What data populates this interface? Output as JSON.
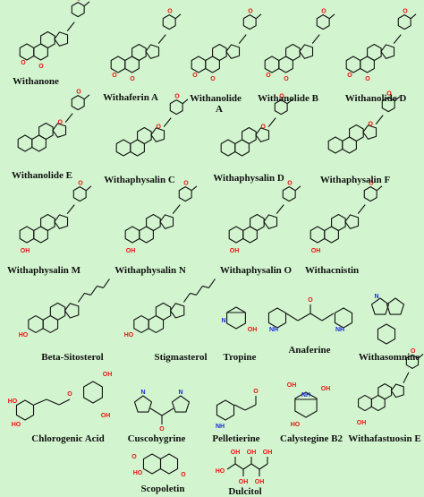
{
  "compounds": {
    "withanone": "Withanone",
    "withaferin_a": "Withaferin A",
    "withanolide_a_line1": "Withanolide",
    "withanolide_a_line2": "A",
    "withanolide_b": "Withanolide B",
    "withanolide_d": "Withanolide D",
    "withanolide_e": "Withanolide E",
    "withaphysalin_c": "Withaphysalin C",
    "withaphysalin_d": "Withaphysalin D",
    "withaphysalin_f": "Withaphysalin F",
    "withaphysalin_m": "Withaphysalin M",
    "withaphysalin_n": "Withaphysalin N",
    "withaphysalin_o": "Withaphysalin O",
    "withacnistin": "Withacnistin",
    "beta_sitosterol": "Beta-Sitosterol",
    "stigmasterol": "Stigmasterol",
    "tropine": "Tropine",
    "anaferine": "Anaferine",
    "withasomnine": "Withasomnine",
    "chlorogenic_acid": "Chlorogenic Acid",
    "cuscohygrine": "Cuscohygrine",
    "pelletierine": "Pelletierine",
    "calystegine_b2": "Calystegine B2",
    "withafastuosin_e": "Withafastuosin E",
    "scopoletin": "Scopoletin",
    "dulcitol": "Dulcitol"
  },
  "atoms": {
    "oxygen": "O",
    "hydroxyl": "OH",
    "ho": "HO",
    "nitrogen": "N",
    "nh": "NH",
    "hydrogen": "H"
  },
  "colors": {
    "background": "#d2f5cf",
    "bond": "#111111",
    "oxygen": "#ee1111",
    "nitrogen": "#1a2bd6"
  }
}
